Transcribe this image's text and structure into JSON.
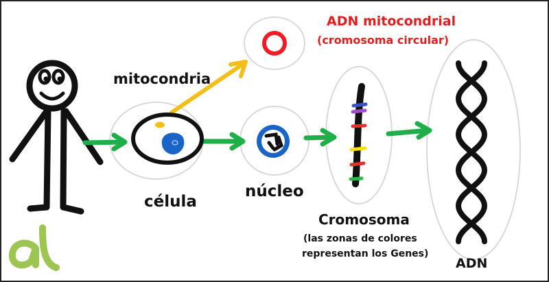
{
  "labels": {
    "mitochondria": "mitocondria",
    "mtdna_title": "ADN mitocondrial",
    "mtdna_sub": "(cromosoma circular)",
    "cell": "célula",
    "nucleus": "núcleo",
    "chromosome": "Cromosoma",
    "chromosome_note_1": "(las zonas de colores",
    "chromosome_note_2": "representan los Genes)",
    "dna": "ADN"
  },
  "colors": {
    "arrow_green": "#1fae48",
    "arrow_yellow": "#f2be1a",
    "circle_red": "#ee1c24",
    "nucleus_blue": "#1a64c8",
    "outline_gray": "#d9d9d9",
    "ink": "#111111",
    "logo_green": "#9cc552",
    "gene_colors": [
      "#3a50c8",
      "#a04bd0",
      "#e53030",
      "#f5e20c",
      "#e53030",
      "#2fb34a"
    ]
  },
  "logo": {
    "text": "a"
  }
}
